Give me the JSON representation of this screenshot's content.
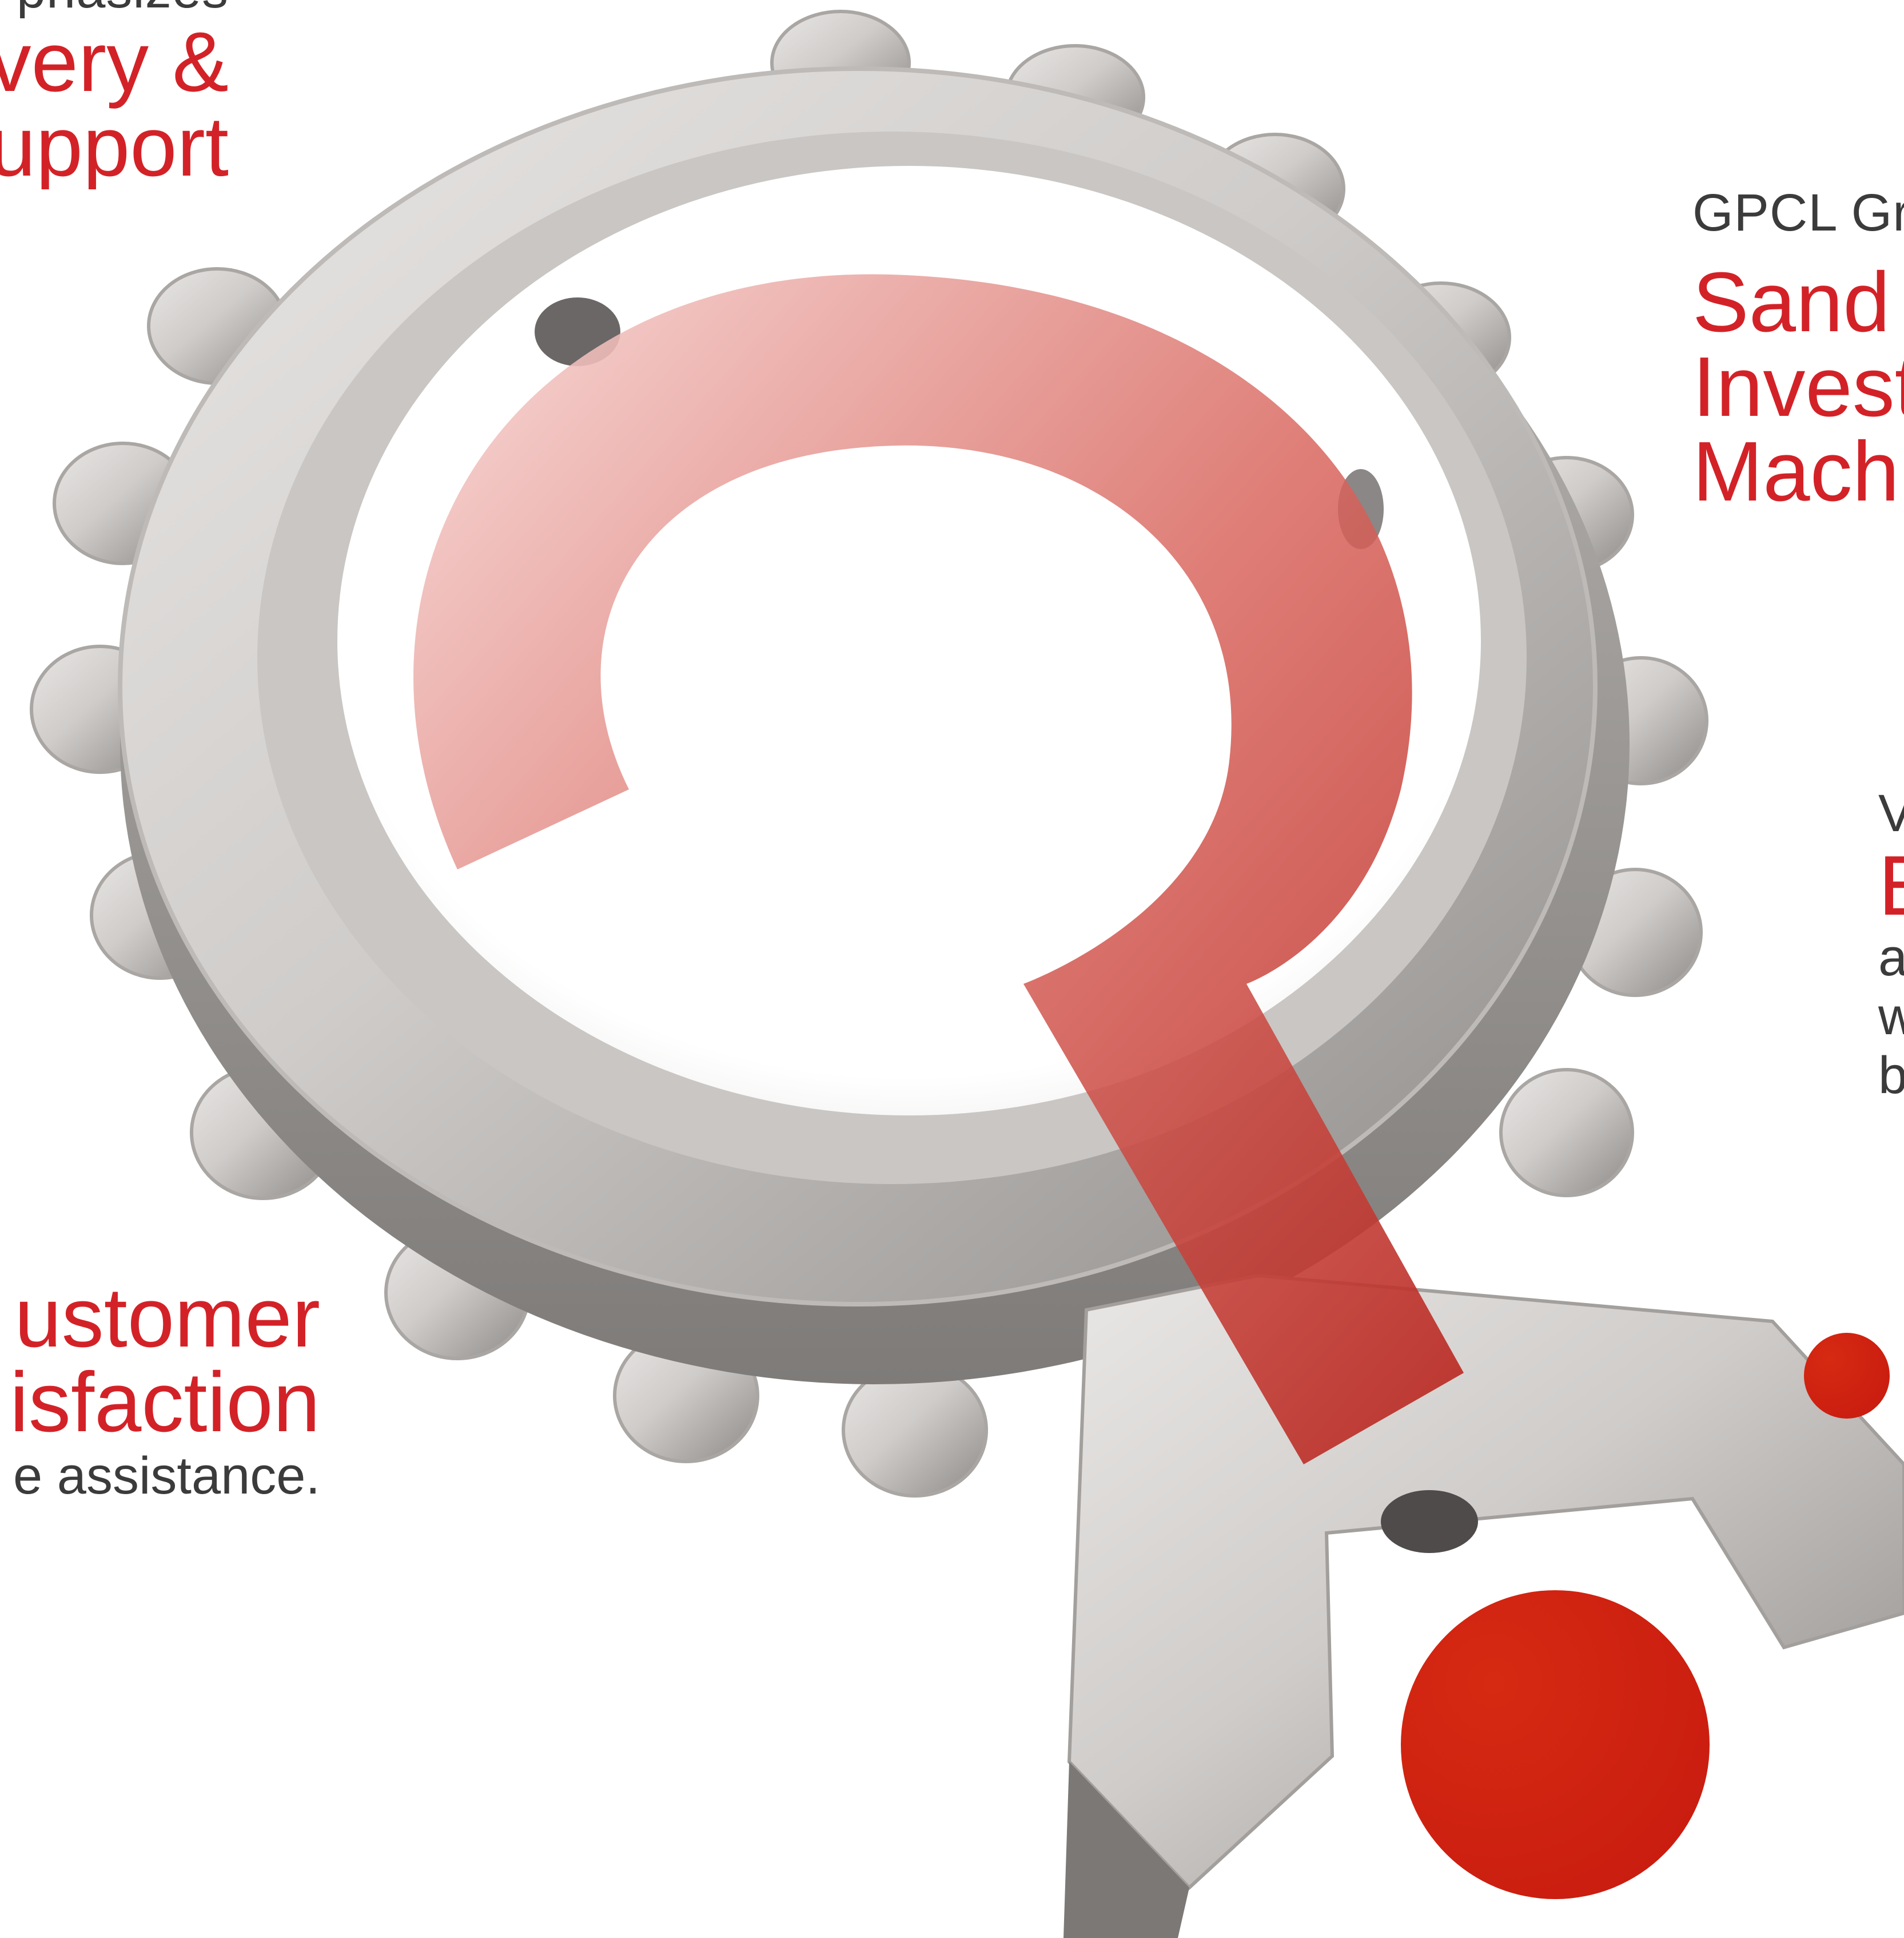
{
  "left_top": {
    "eyebrow": "phasizes",
    "headline_line1": "very &",
    "headline_line2": "upport"
  },
  "left_bottom": {
    "headline_line1": "ustomer",
    "headline_line2": "isfaction",
    "body": "e assistance."
  },
  "right_top": {
    "eyebrow": "GPCL Gr",
    "headline_line1": "Sand",
    "headline_line2": "Invest",
    "headline_line3": "Mach"
  },
  "right_mid": {
    "eyebrow": "V",
    "headline": "E",
    "body_line1": "a",
    "body_line2": "w",
    "body_line3": "b"
  },
  "colors": {
    "accent_red": "#d32227",
    "text_gray": "#3b3b3b",
    "metal_light": "#d8d6d4",
    "metal_dark": "#8f8c8a"
  },
  "illustration": {
    "icon": "cast-metal-gear-icon",
    "overlay_icon": "question-mark-icon",
    "dots": [
      "red-dot-small",
      "red-dot-large"
    ]
  }
}
